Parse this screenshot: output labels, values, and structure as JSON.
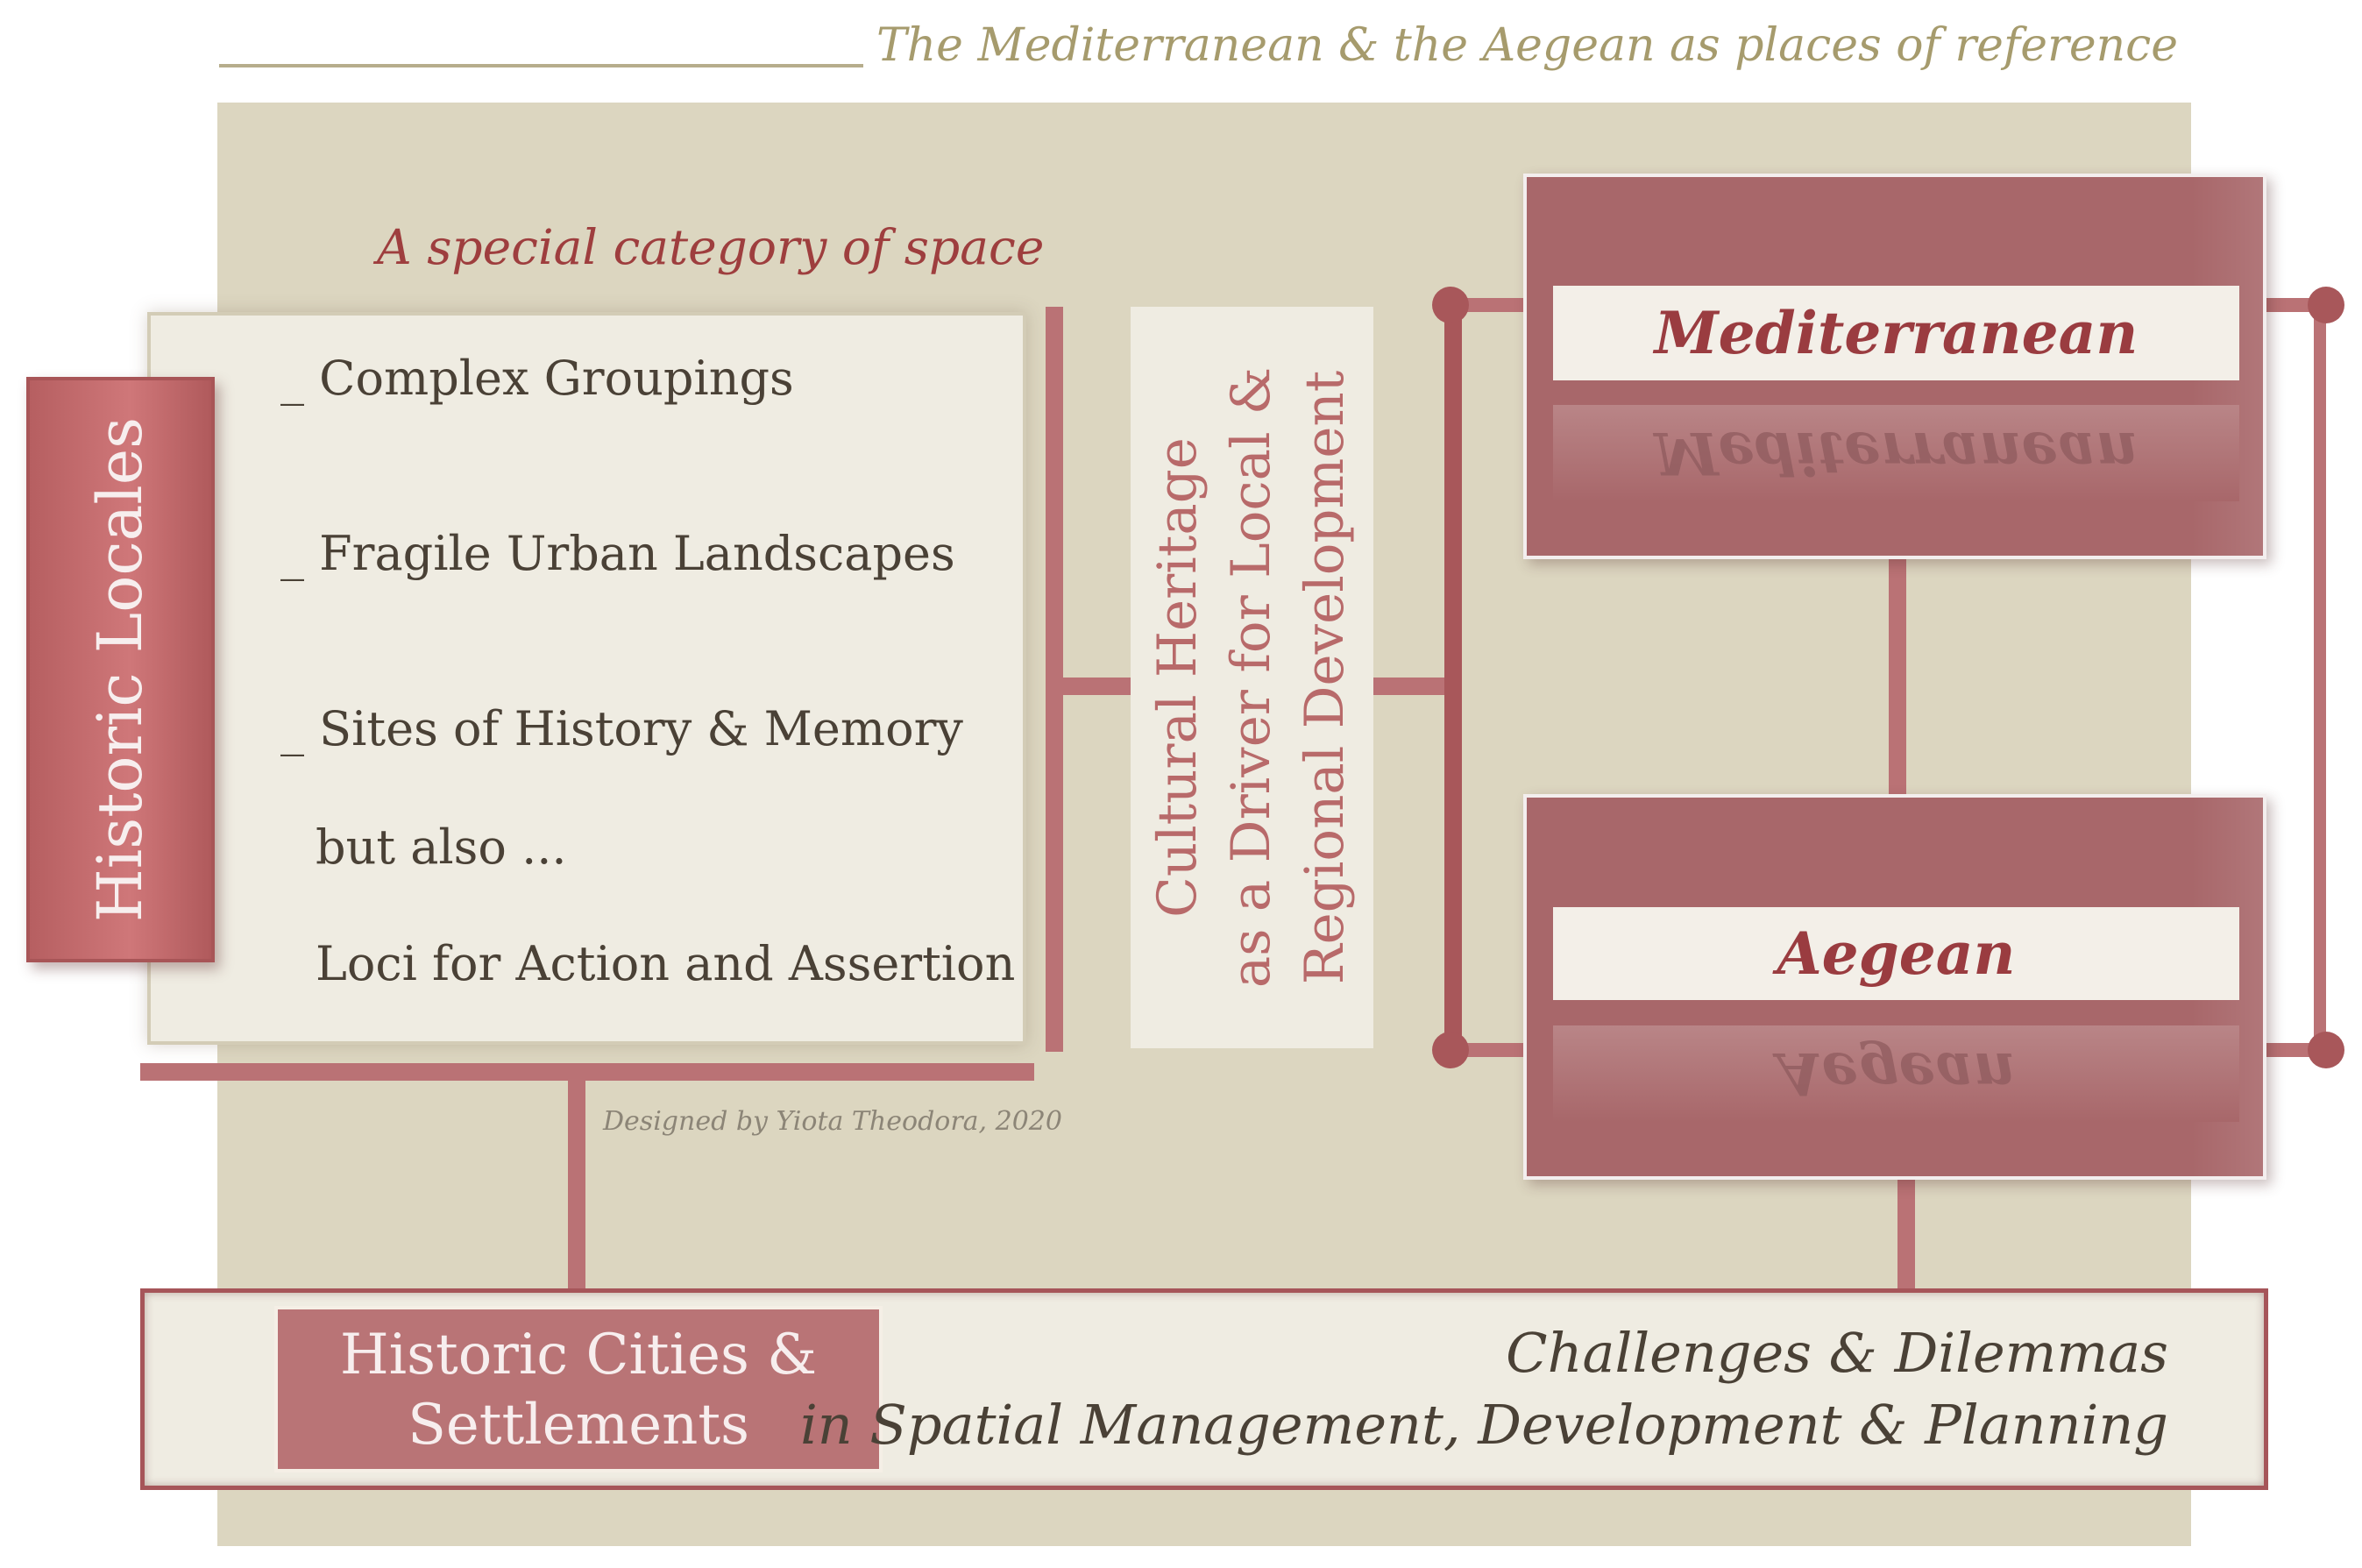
{
  "header": {
    "title": "The Mediterranean & the Aegean as places of reference"
  },
  "special_category": "A special category of space",
  "historic_locales": "Historic Locales",
  "list_items": [
    "_ Complex Groupings",
    "_ Fragile Urban Landscapes",
    "_ Sites of History & Memory",
    "but also ...",
    "Loci for Action and Assertion"
  ],
  "cultural_heritage": {
    "line1": "Cultural Heritage",
    "line2": "as a Driver for Local &",
    "line3": "Regional Development"
  },
  "regions": {
    "mediterranean": "Mediterranean",
    "aegean": "Aegean"
  },
  "credit": "Designed by Yiota Theodora, 2020",
  "historic_cities": {
    "line1": "Historic Cities &",
    "line2": "Settlements"
  },
  "challenges": {
    "line1": "Challenges & Dilemmas",
    "line2": "in Spatial Management, Development & Planning"
  },
  "colors": {
    "accent": "#a8676a",
    "beige": "#dcd6c0",
    "cream": "#efece2",
    "title_gold": "#a69b6d"
  }
}
